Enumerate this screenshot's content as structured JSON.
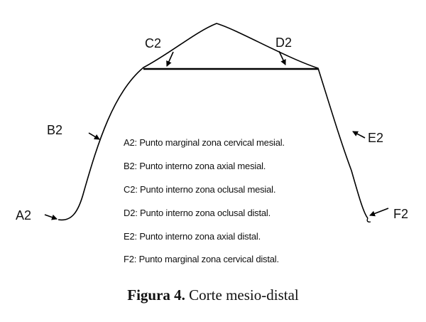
{
  "points": {
    "a2": "A2",
    "b2": "B2",
    "c2": "C2",
    "d2": "D2",
    "e2": "E2",
    "f2": "F2"
  },
  "legend": [
    "A2: Punto marginal zona cervical mesial.",
    "B2: Punto interno zona axial mesial.",
    "C2: Punto interno zona oclusal mesial.",
    "D2: Punto interno zona oclusal distal.",
    "E2: Punto interno zona axial distal.",
    "F2: Punto marginal zona cervical distal."
  ],
  "caption": {
    "number": "Figura 4.",
    "text": "Corte mesio-distal"
  }
}
